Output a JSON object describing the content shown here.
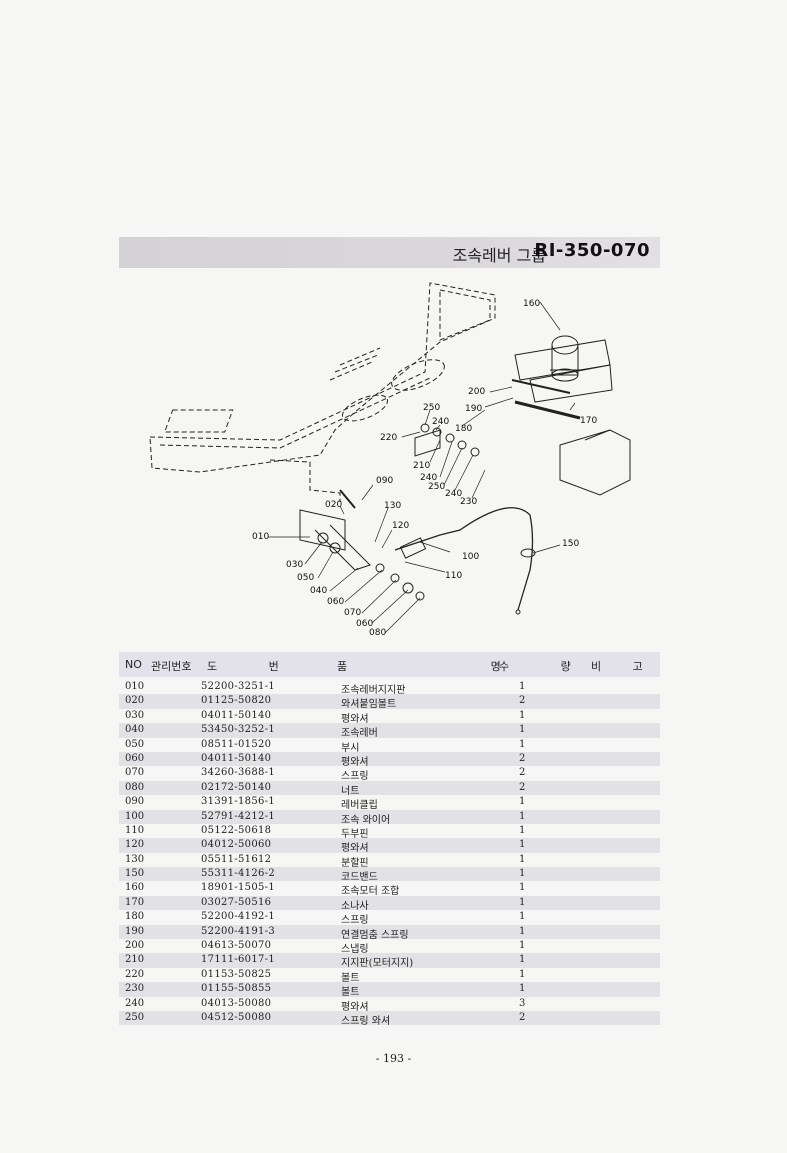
{
  "header": {
    "title_kr": "조속레버 그룹",
    "title_code": "RI-350-070"
  },
  "diagram": {
    "callouts": [
      "160",
      "200",
      "190",
      "170",
      "250",
      "240",
      "180",
      "220",
      "210",
      "240",
      "250",
      "240",
      "230",
      "090",
      "020",
      "130",
      "010",
      "120",
      "100",
      "150",
      "030",
      "050",
      "110",
      "040",
      "060",
      "070",
      "060",
      "080"
    ]
  },
  "table": {
    "headers": {
      "no": "NO",
      "mgmt": "관리번호",
      "drawing": "도 번",
      "name": "품 명",
      "qty": "수 량",
      "remarks": "비 고"
    },
    "rows": [
      {
        "no": "010",
        "part": "52200-3251-1",
        "name": "조속레버지지판",
        "qty": "1"
      },
      {
        "no": "020",
        "part": "01125-50820",
        "name": "와셔붙임볼트",
        "qty": "2"
      },
      {
        "no": "030",
        "part": "04011-50140",
        "name": "평와셔",
        "qty": "1"
      },
      {
        "no": "040",
        "part": "53450-3252-1",
        "name": "조속레버",
        "qty": "1"
      },
      {
        "no": "050",
        "part": "08511-01520",
        "name": "부시",
        "qty": "1"
      },
      {
        "no": "060",
        "part": "04011-50140",
        "name": "평와셔",
        "qty": "2"
      },
      {
        "no": "070",
        "part": "34260-3688-1",
        "name": "스프링",
        "qty": "2"
      },
      {
        "no": "080",
        "part": "02172-50140",
        "name": "너트",
        "qty": "2"
      },
      {
        "no": "090",
        "part": "31391-1856-1",
        "name": "레버클립",
        "qty": "1"
      },
      {
        "no": "100",
        "part": "52791-4212-1",
        "name": "조속 와이어",
        "qty": "1"
      },
      {
        "no": "110",
        "part": "05122-50618",
        "name": "두부핀",
        "qty": "1"
      },
      {
        "no": "120",
        "part": "04012-50060",
        "name": "평와셔",
        "qty": "1"
      },
      {
        "no": "130",
        "part": "05511-51612",
        "name": "분할핀",
        "qty": "1"
      },
      {
        "no": "150",
        "part": "55311-4126-2",
        "name": "코드밴드",
        "qty": "1"
      },
      {
        "no": "160",
        "part": "18901-1505-1",
        "name": "조속모터 조합",
        "qty": "1"
      },
      {
        "no": "170",
        "part": "03027-50516",
        "name": "소나사",
        "qty": "1"
      },
      {
        "no": "180",
        "part": "52200-4192-1",
        "name": "스프링",
        "qty": "1"
      },
      {
        "no": "190",
        "part": "52200-4191-3",
        "name": "연결멈춤 스프링",
        "qty": "1"
      },
      {
        "no": "200",
        "part": "04613-50070",
        "name": "스냅링",
        "qty": "1"
      },
      {
        "no": "210",
        "part": "17111-6017-1",
        "name": "지지판(모터지지)",
        "qty": "1"
      },
      {
        "no": "220",
        "part": "01153-50825",
        "name": "볼트",
        "qty": "1"
      },
      {
        "no": "230",
        "part": "01155-50855",
        "name": "볼트",
        "qty": "1"
      },
      {
        "no": "240",
        "part": "04013-50080",
        "name": "평와셔",
        "qty": "3"
      },
      {
        "no": "250",
        "part": "04512-50080",
        "name": "스프링 와셔",
        "qty": "2"
      }
    ]
  },
  "footer": {
    "page_number": "- 193 -"
  }
}
